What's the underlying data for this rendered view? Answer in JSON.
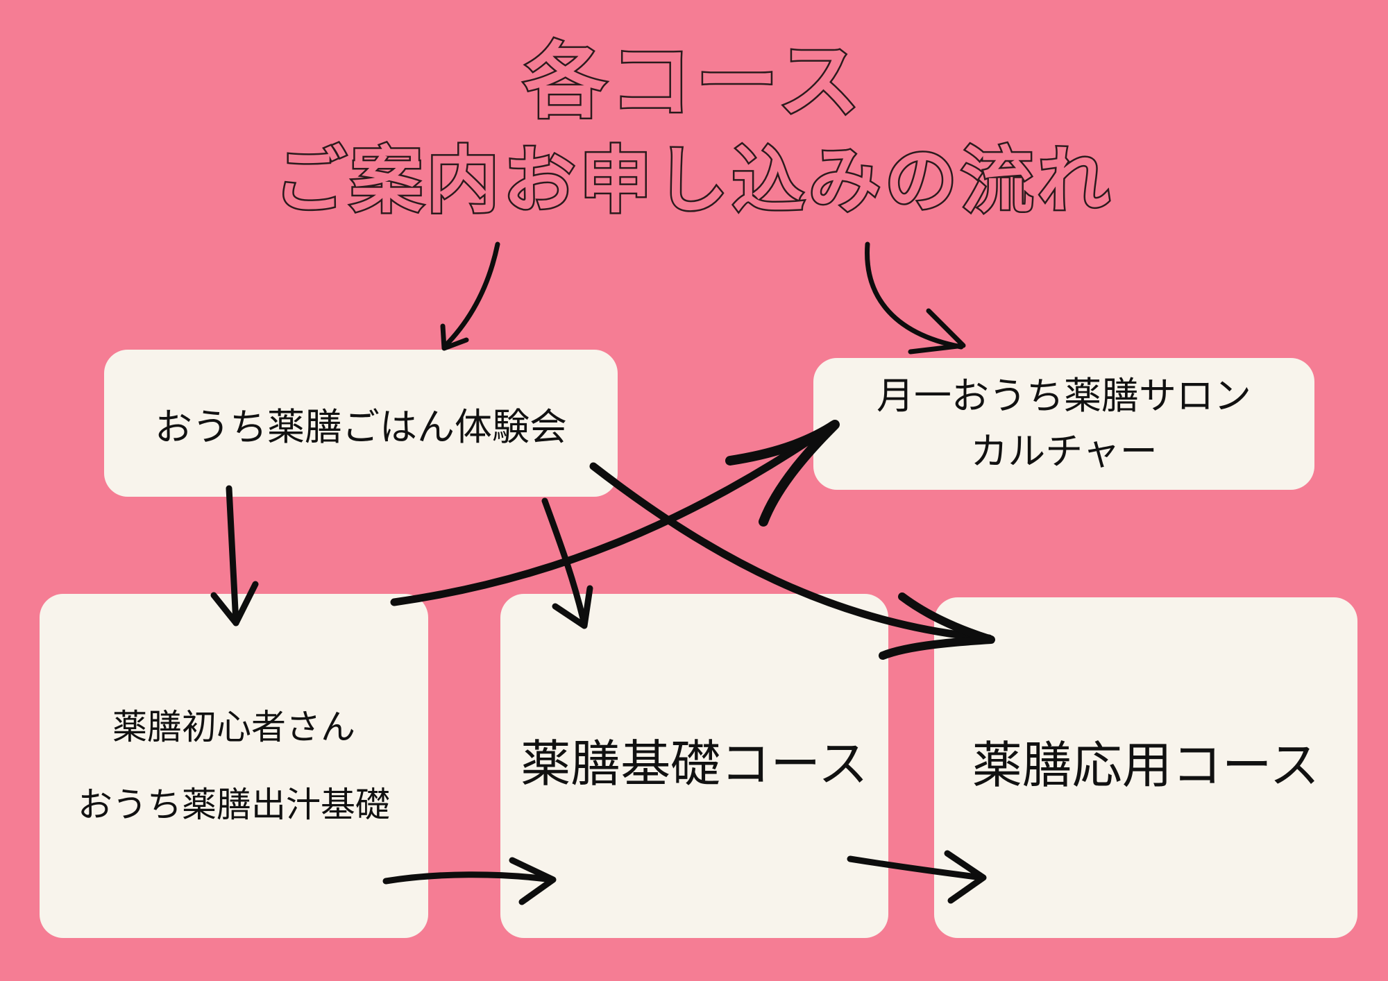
{
  "title": {
    "line1": "各コース",
    "line2": "ご案内お申し込みの流れ"
  },
  "boxes": {
    "taiken": "おうち薬膳ごはん体験会",
    "salon": [
      "月一おうち薬膳サロン",
      "カルチャー"
    ],
    "shoshin": [
      "薬膳初心者さん",
      "おうち薬膳出汁基礎"
    ],
    "kiso": "薬膳基礎コース",
    "oyo": "薬膳応用コース"
  },
  "colors": {
    "background": "#f57d94",
    "box": "#f8f4ec",
    "arrow": "#0d0d0d"
  }
}
